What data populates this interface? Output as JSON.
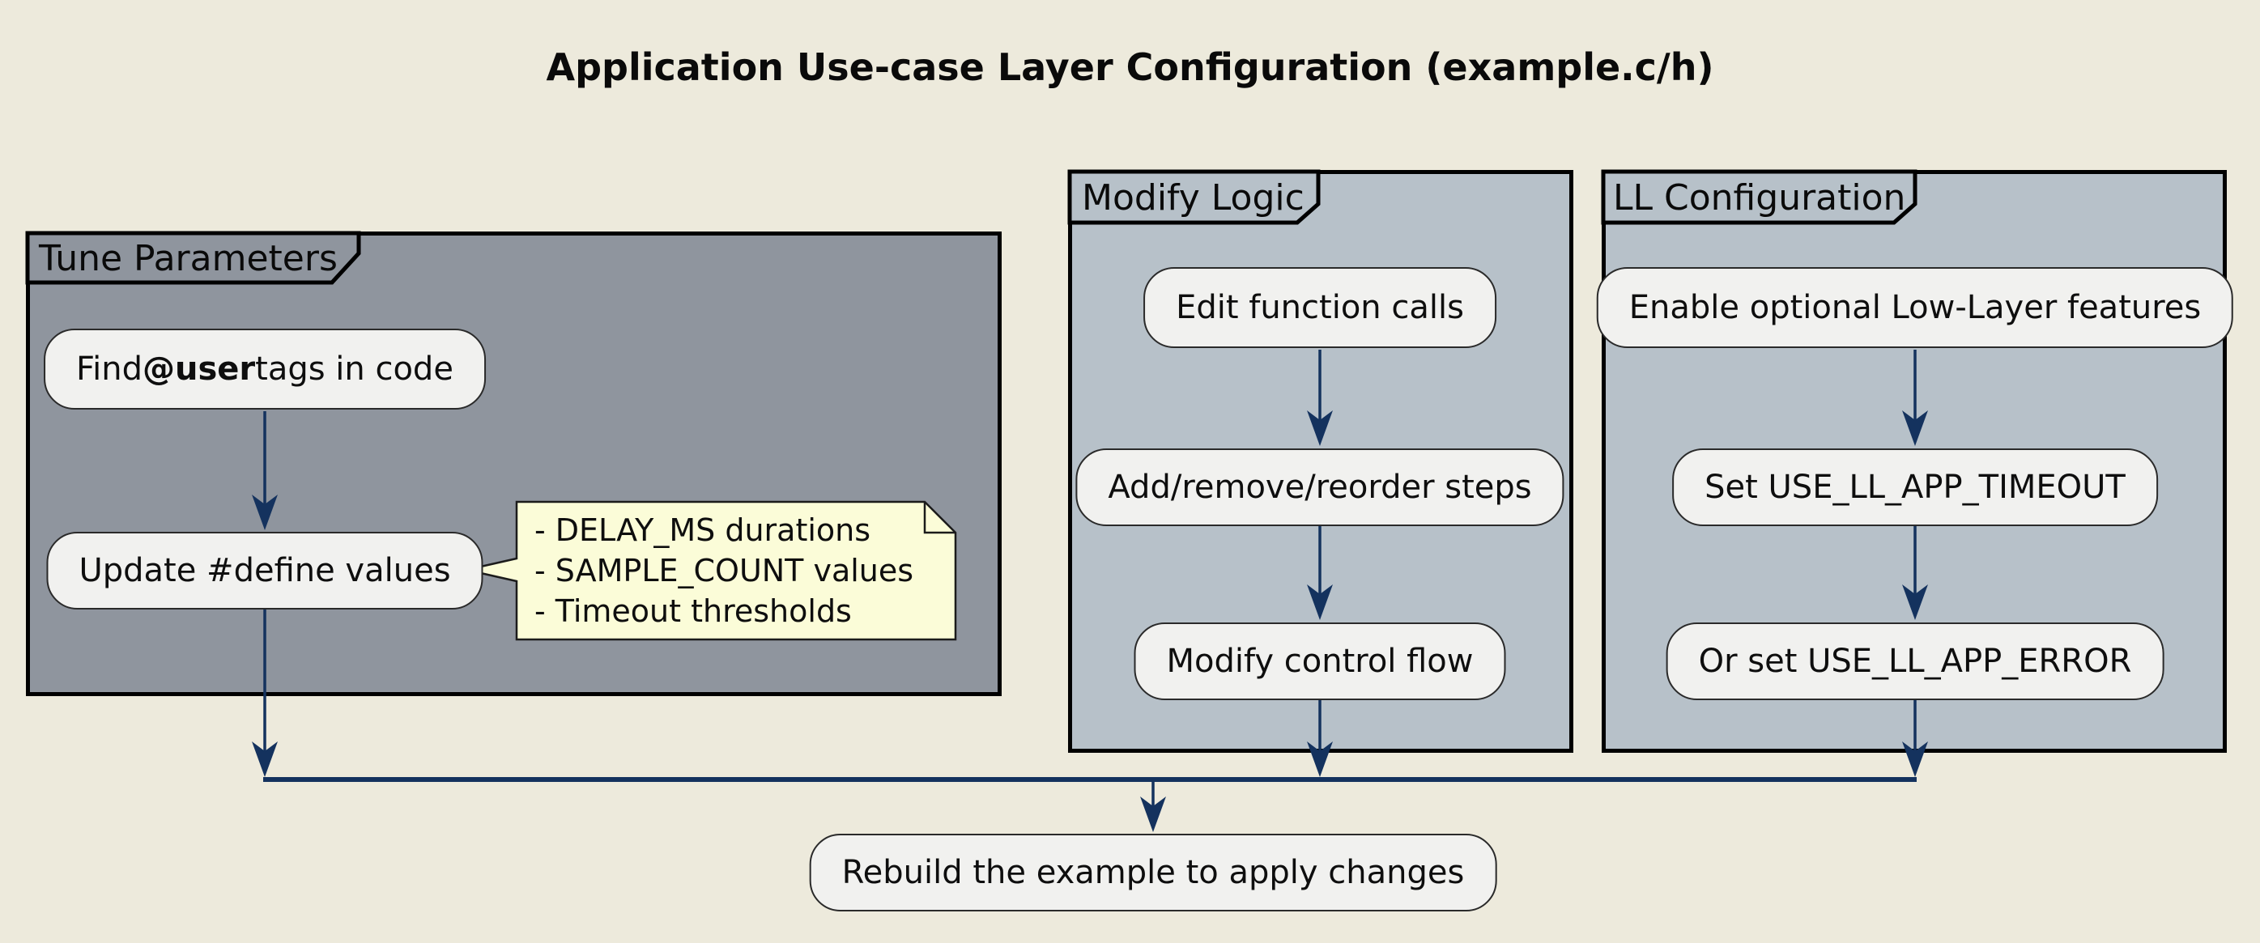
{
  "title": "Application Use-case Layer Configuration (example.c/h)",
  "colors": {
    "background": "#EDEADC",
    "partition_tune_fill": "#8F959E",
    "partition_light_fill": "#B7C1C9",
    "partition_border": "#000000",
    "node_fill": "#F1F1EF",
    "node_border": "#2A2A2A",
    "note_fill": "#FBFCD8",
    "arrow": "#14325E"
  },
  "partitions": [
    {
      "label": "Tune Parameters",
      "nodes": [
        {
          "prefix": "Find ",
          "bold": "@user",
          "suffix": " tags in code"
        },
        "Update #define values"
      ]
    },
    {
      "label": "Modify Logic",
      "nodes": [
        "Edit function calls",
        "Add/remove/reorder steps",
        "Modify control flow"
      ]
    },
    {
      "label": "LL Configuration",
      "nodes": [
        "Enable optional Low-Layer features",
        "Set USE_LL_APP_TIMEOUT",
        "Or set USE_LL_APP_ERROR"
      ]
    }
  ],
  "note": {
    "lines": [
      "- DELAY_MS durations",
      "- SAMPLE_COUNT values",
      "- Timeout thresholds"
    ]
  },
  "final_node": "Rebuild the example to apply changes"
}
